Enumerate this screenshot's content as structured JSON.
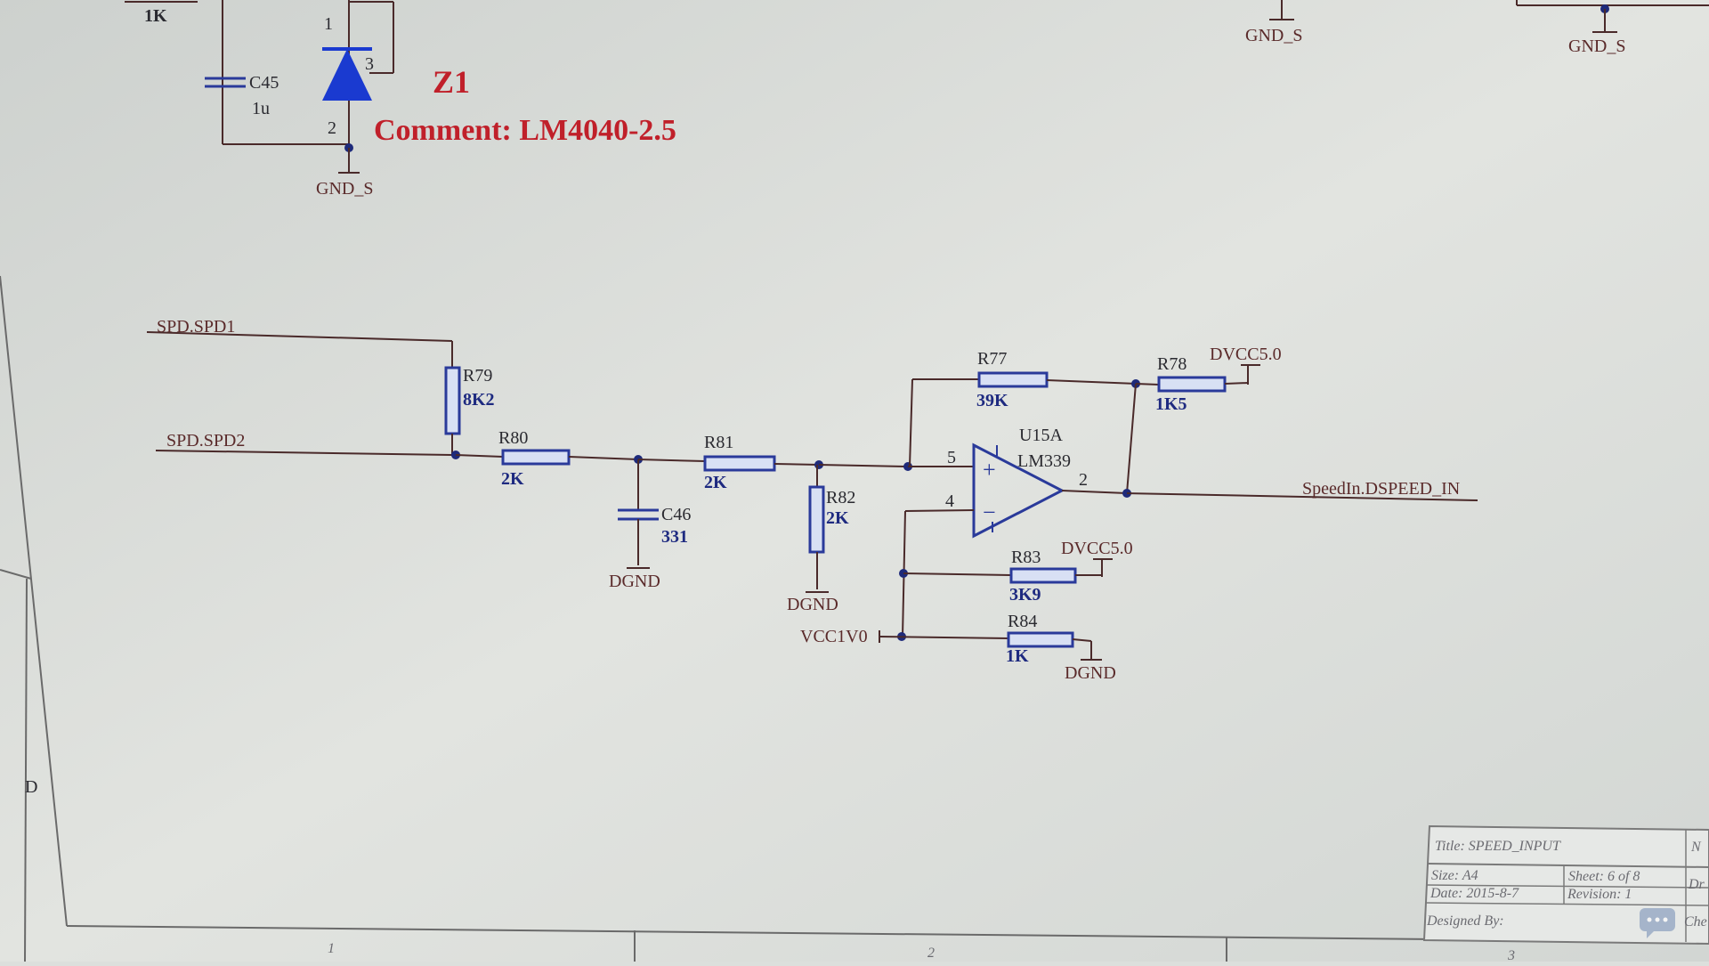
{
  "colors": {
    "wire": "#4a2a2a",
    "component": "#2a3a9a",
    "value_text": "#1e2a80",
    "annotation": "#c0202a",
    "zener_fill": "#1a3ad0"
  },
  "top": {
    "r_partial": {
      "value": "1K"
    },
    "c45": {
      "ref": "C45",
      "value": "1u"
    },
    "z1": {
      "ref": "Z1",
      "comment": "Comment: LM4040-2.5",
      "pin1": "1",
      "pin2": "2",
      "pin3": "3"
    },
    "gnd_labels": [
      "GND_S",
      "GND_S",
      "GND_S"
    ]
  },
  "nets": {
    "spd1": "SPD.SPD1",
    "spd2": "SPD.SPD2",
    "speedin": "SpeedIn.DSPEED_IN",
    "dvcc_a": "DVCC5.0",
    "dvcc_b": "DVCC5.0",
    "dgnd_c46": "DGND",
    "dgnd_r82": "DGND",
    "dgnd_r84": "DGND",
    "vcc1v0": "VCC1V0"
  },
  "components": {
    "r79": {
      "ref": "R79",
      "value": "8K2"
    },
    "r80": {
      "ref": "R80",
      "value": "2K"
    },
    "r81": {
      "ref": "R81",
      "value": "2K"
    },
    "r82": {
      "ref": "R82",
      "value": "2K"
    },
    "c46": {
      "ref": "C46",
      "value": "331"
    },
    "r77": {
      "ref": "R77",
      "value": "39K"
    },
    "r78": {
      "ref": "R78",
      "value": "1K5"
    },
    "r83": {
      "ref": "R83",
      "value": "3K9"
    },
    "r84": {
      "ref": "R84",
      "value": "1K"
    },
    "u15a": {
      "ref": "U15A",
      "part": "LM339",
      "pin_plus": "5",
      "pin_minus": "4",
      "pin_out": "2",
      "plus_sign": "+",
      "minus_sign": "−"
    }
  },
  "title_block": {
    "title": "Title: SPEED_INPUT",
    "size": "Size: A4",
    "sheet": "Sheet: 6 of 8",
    "date": "Date: 2015-8-7",
    "revision": "Revision: 1",
    "designed_by": "Designed By:",
    "edge_n": "N",
    "edge_dr": "Dr",
    "edge_che": "Che"
  },
  "frame": {
    "zone_d": "D",
    "zone_1": "1",
    "zone_2": "2",
    "zone_3": "3"
  }
}
